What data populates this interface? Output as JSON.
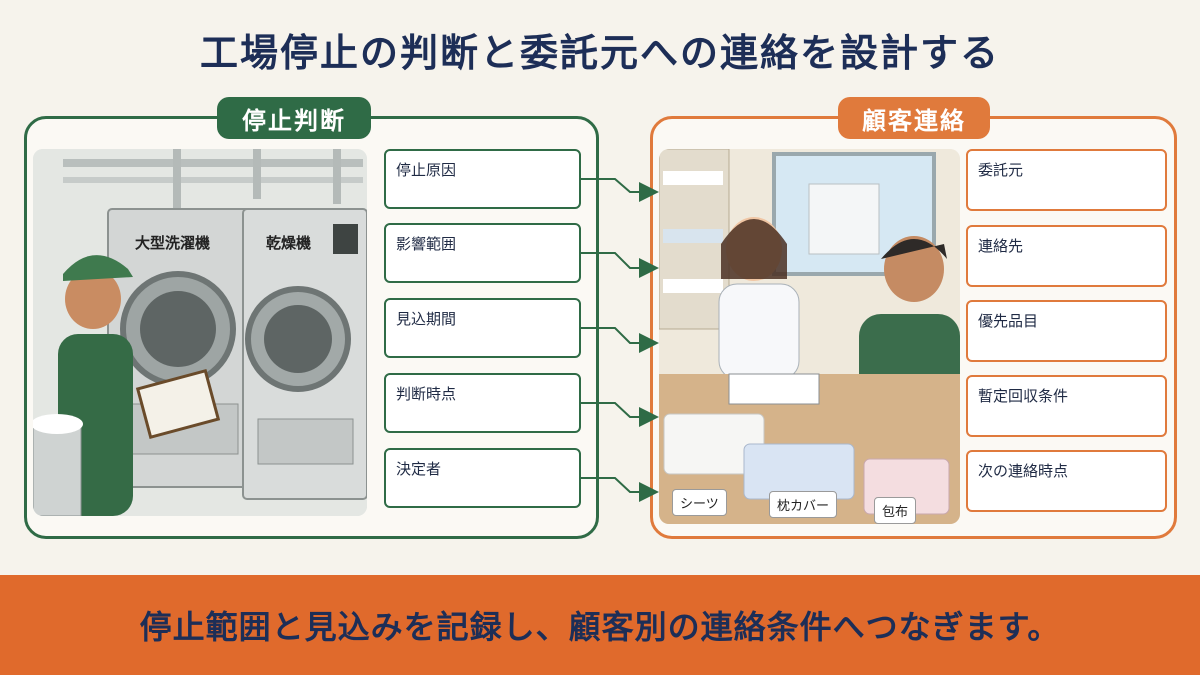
{
  "title": "工場停止の判断と委託元への連絡を設計する",
  "left_panel": {
    "tag": "停止判断",
    "color": "#2f6b46",
    "machine_labels": [
      "大型洗濯機",
      "乾燥機"
    ],
    "items": [
      "停止原因",
      "影響範囲",
      "見込期間",
      "判断時点",
      "決定者"
    ]
  },
  "right_panel": {
    "tag": "顧客連絡",
    "color": "#e07a3c",
    "linen_labels": [
      "シーツ",
      "枕カバー",
      "包布"
    ],
    "items": [
      "委託元",
      "連絡先",
      "優先品目",
      "暫定回収条件",
      "次の連絡時点"
    ]
  },
  "banner": {
    "text": "停止範囲と見込みを記録し、顧客別の連絡条件へつなぎます。",
    "color": "#e06a2c"
  }
}
